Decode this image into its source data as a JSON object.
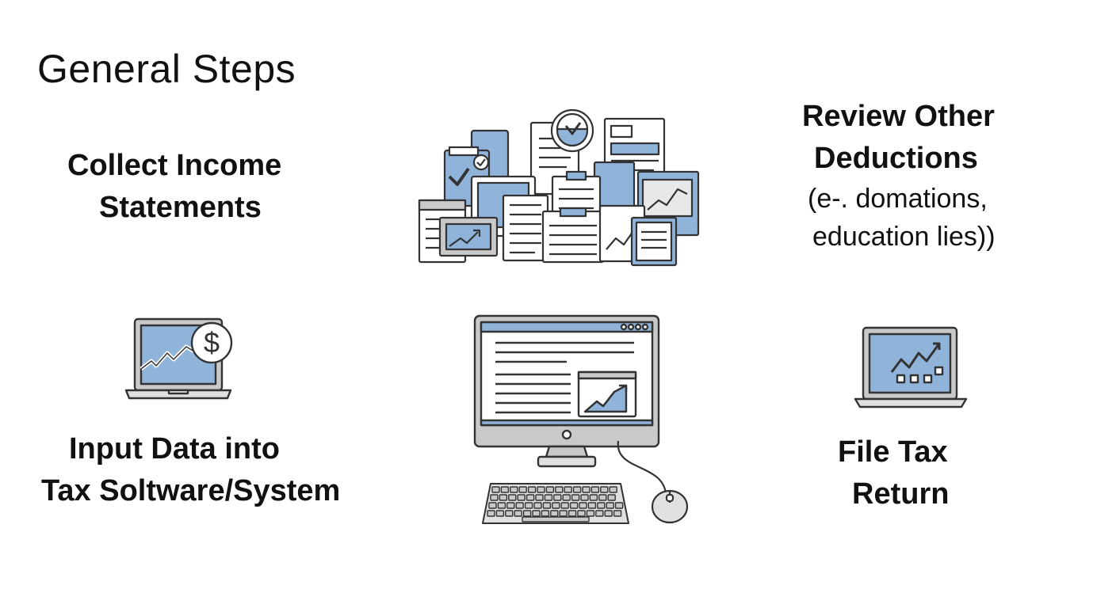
{
  "title": "General Steps",
  "colors": {
    "accent_blue": "#8fb3d9",
    "outline": "#333333",
    "panel_grey": "#c9c9c9",
    "paper": "#ffffff"
  },
  "steps": [
    {
      "id": "collect",
      "lines": [
        "Collect Income",
        "Statements"
      ],
      "icon": "document-stack-icon"
    },
    {
      "id": "review",
      "lines": [
        "Review Other",
        "Deductions"
      ],
      "note_lines": [
        "(e-. domations,",
        "education lies))"
      ],
      "icon": "document-stack-icon"
    },
    {
      "id": "input",
      "lines": [
        "Input Data into",
        "Tax Soltware/System"
      ],
      "icon": "laptop-dollar-icon"
    },
    {
      "id": "file",
      "lines": [
        "File Tax",
        "Return"
      ],
      "icon": "laptop-chart-icon"
    }
  ],
  "center_icons": [
    "document-stack-icon",
    "desktop-computer-icon",
    "keyboard-icon",
    "mouse-icon"
  ]
}
